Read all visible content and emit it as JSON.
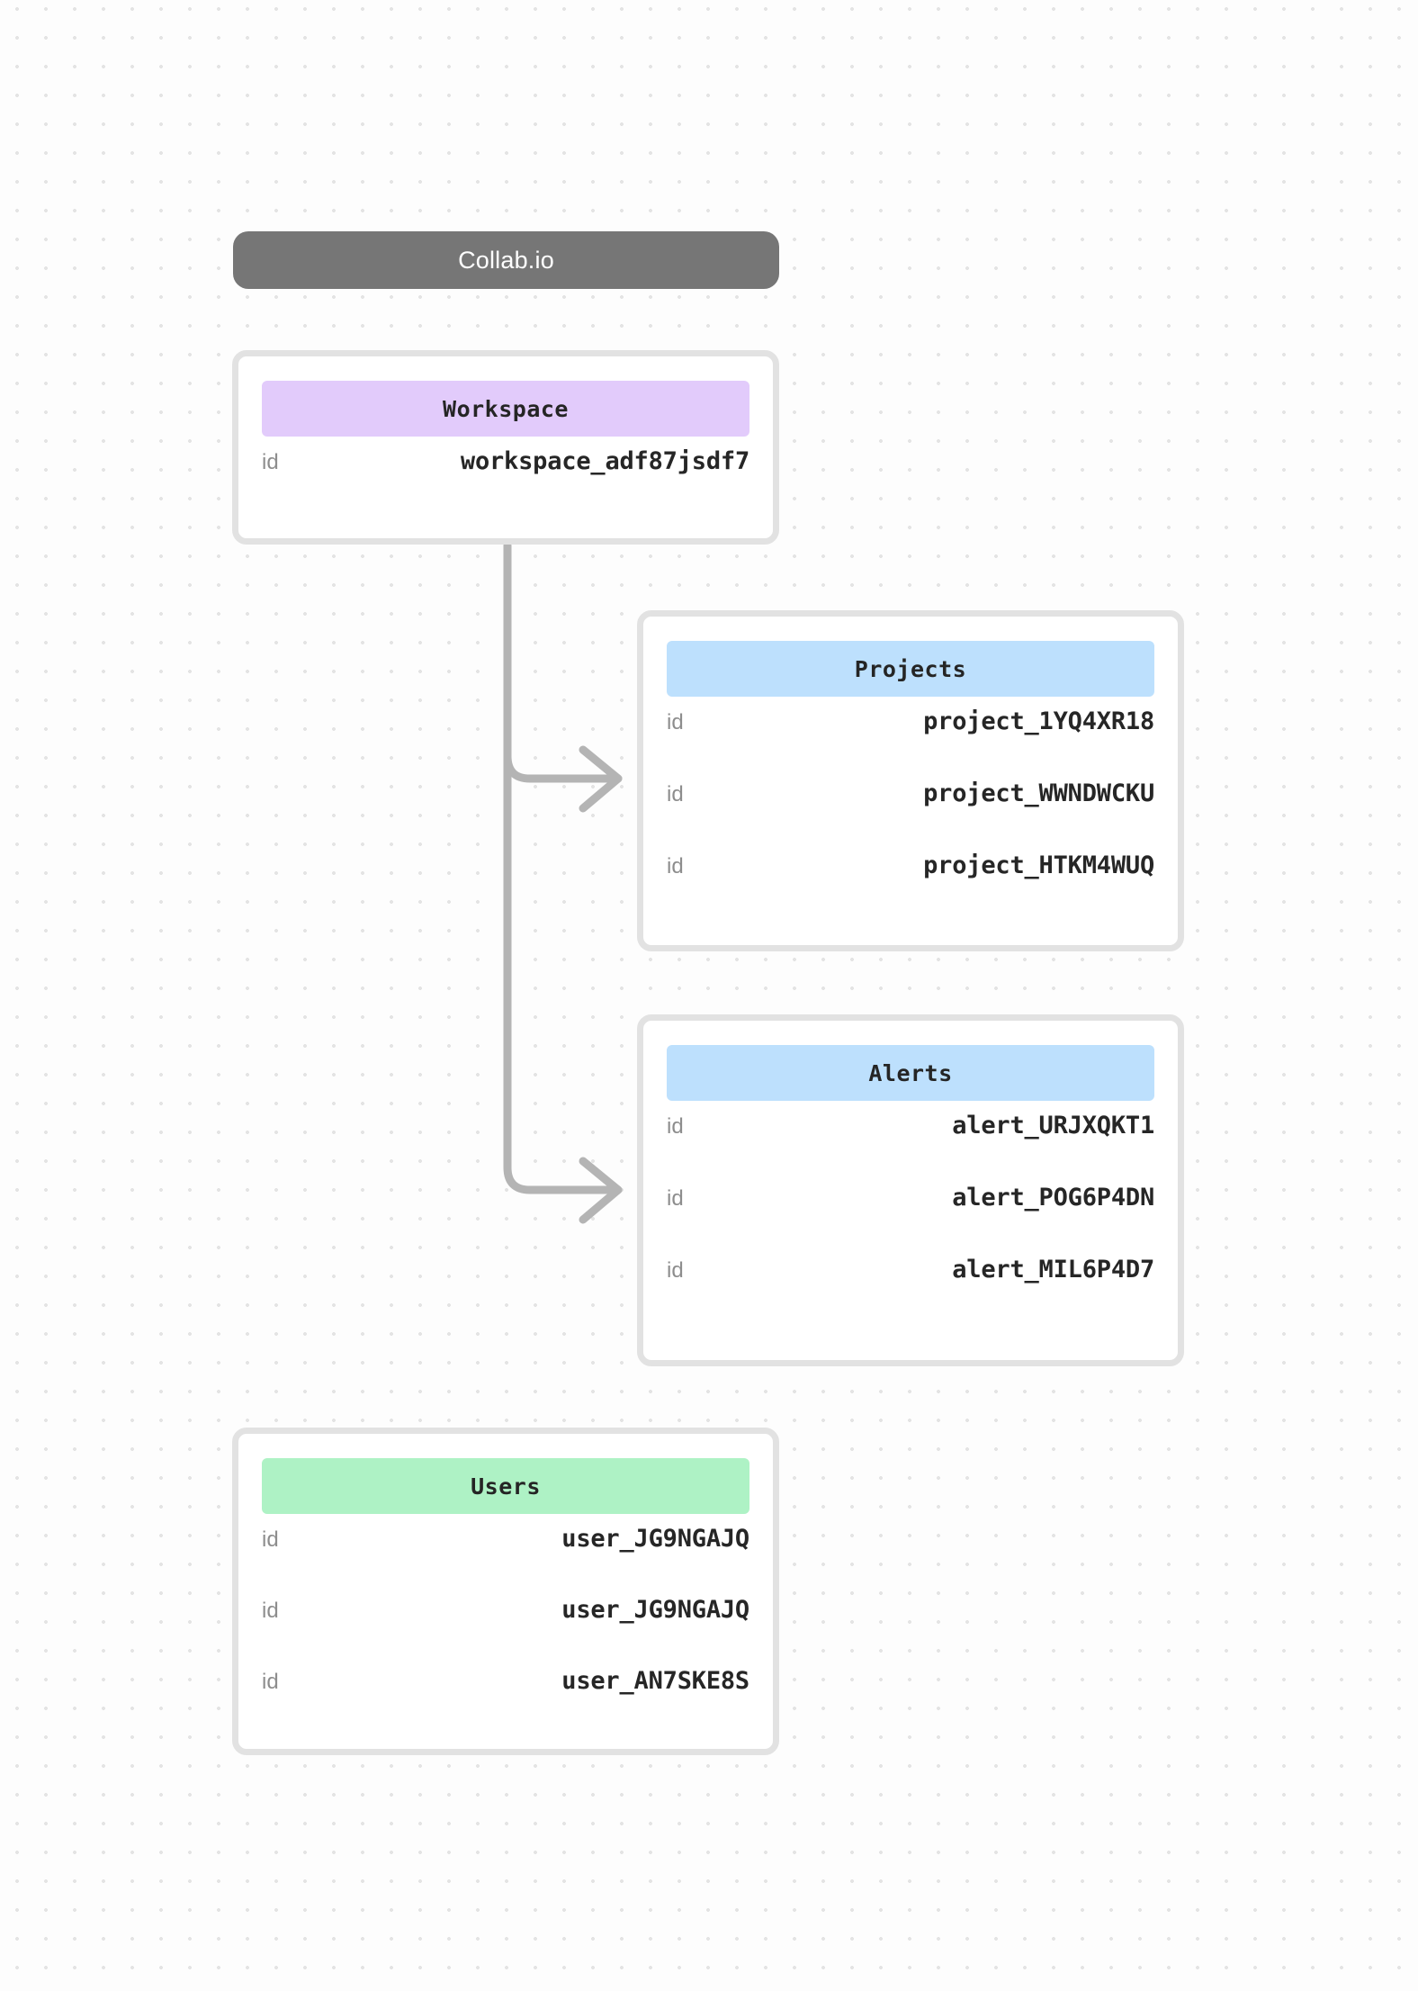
{
  "canvas": {
    "title_pill": {
      "label": "Collab.io",
      "background_color": "#767676",
      "text_color": "#ffffff"
    },
    "background": {
      "style": "dot-grid",
      "dot_color": "#e4e4e4",
      "page_color": "#fdfdfd"
    },
    "connector": {
      "color": "#b4b4b4",
      "arrow_count": 2,
      "from": "Workspace",
      "to": [
        "Projects",
        "Alerts"
      ]
    }
  },
  "entities": [
    {
      "name": "workspace",
      "header": "Workspace",
      "header_color": "#e2cbfb",
      "rows": [
        {
          "key": "id",
          "value": "workspace_adf87jsdf7"
        }
      ]
    },
    {
      "name": "projects",
      "header": "Projects",
      "header_color": "#bde0fd",
      "rows": [
        {
          "key": "id",
          "value": "project_1YQ4XR18"
        },
        {
          "key": "id",
          "value": "project_WWNDWCKU"
        },
        {
          "key": "id",
          "value": "project_HTKM4WUQ"
        }
      ]
    },
    {
      "name": "alerts",
      "header": "Alerts",
      "header_color": "#bde0fd",
      "rows": [
        {
          "key": "id",
          "value": "alert_URJXQKT1"
        },
        {
          "key": "id",
          "value": "alert_POG6P4DN"
        },
        {
          "key": "id",
          "value": "alert_MIL6P4D7"
        }
      ]
    },
    {
      "name": "users",
      "header": "Users",
      "header_color": "#aef2c5",
      "rows": [
        {
          "key": "id",
          "value": "user_JG9NGAJQ"
        },
        {
          "key": "id",
          "value": "user_JG9NGAJQ"
        },
        {
          "key": "id",
          "value": "user_AN7SKE8S"
        }
      ]
    }
  ]
}
